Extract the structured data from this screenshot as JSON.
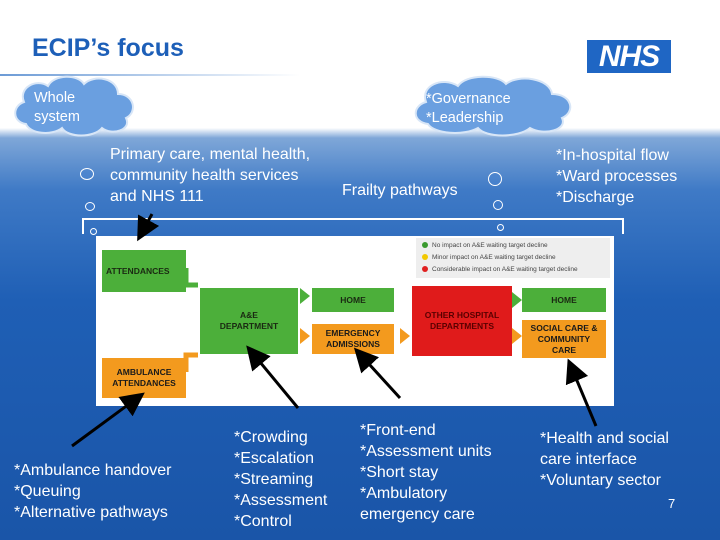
{
  "title": "ECIP’s focus",
  "logo_text": "NHS",
  "clouds": {
    "whole_system": [
      "Whole",
      "system"
    ],
    "governance": [
      "*Governance",
      "*Leadership"
    ]
  },
  "focus_areas": {
    "primary_care": [
      "Primary care, mental health,",
      "community health services",
      "and NHS 111"
    ],
    "frailty": "Frailty pathways",
    "in_hospital": [
      "*In-hospital flow",
      "*Ward processes",
      "*Discharge"
    ]
  },
  "diagram": {
    "attendances": "ATTENDANCES",
    "ambulance_attendances": [
      "AMBULANCE",
      "ATTENDANCES"
    ],
    "ae_department": [
      "A&E",
      "DEPARTMENT"
    ],
    "home_1": "HOME",
    "emergency_admissions": [
      "EMERGENCY",
      "ADMISSIONS"
    ],
    "other_hospital": [
      "OTHER HOSPITAL",
      "DEPARTMENTS"
    ],
    "home_2": "HOME",
    "social_care": [
      "SOCIAL CARE &",
      "COMMUNITY",
      "CARE"
    ],
    "legend": [
      {
        "label": "No impact on A&E waiting target decline",
        "color": "#3a9a2e"
      },
      {
        "label": "Minor impact on A&E waiting target decline",
        "color": "#f2c800"
      },
      {
        "label": "Considerable impact on A&E waiting target decline",
        "color": "#e02020"
      }
    ],
    "colors": {
      "green": "#4caf3a",
      "orange": "#f39a1e",
      "red": "#e01b1b"
    }
  },
  "bottom_notes": {
    "ambulance": [
      "*Ambulance handover",
      "*Queuing",
      "*Alternative pathways"
    ],
    "crowding": [
      "*Crowding",
      "*Escalation",
      "*Streaming",
      "*Assessment",
      "*Control"
    ],
    "front_end": [
      "*Front-end",
      "*Assessment units",
      "*Short stay",
      "*Ambulatory",
      "emergency care"
    ],
    "health_social": [
      "*Health and social",
      "care interface",
      "*Voluntary sector"
    ]
  },
  "page_number": "7"
}
